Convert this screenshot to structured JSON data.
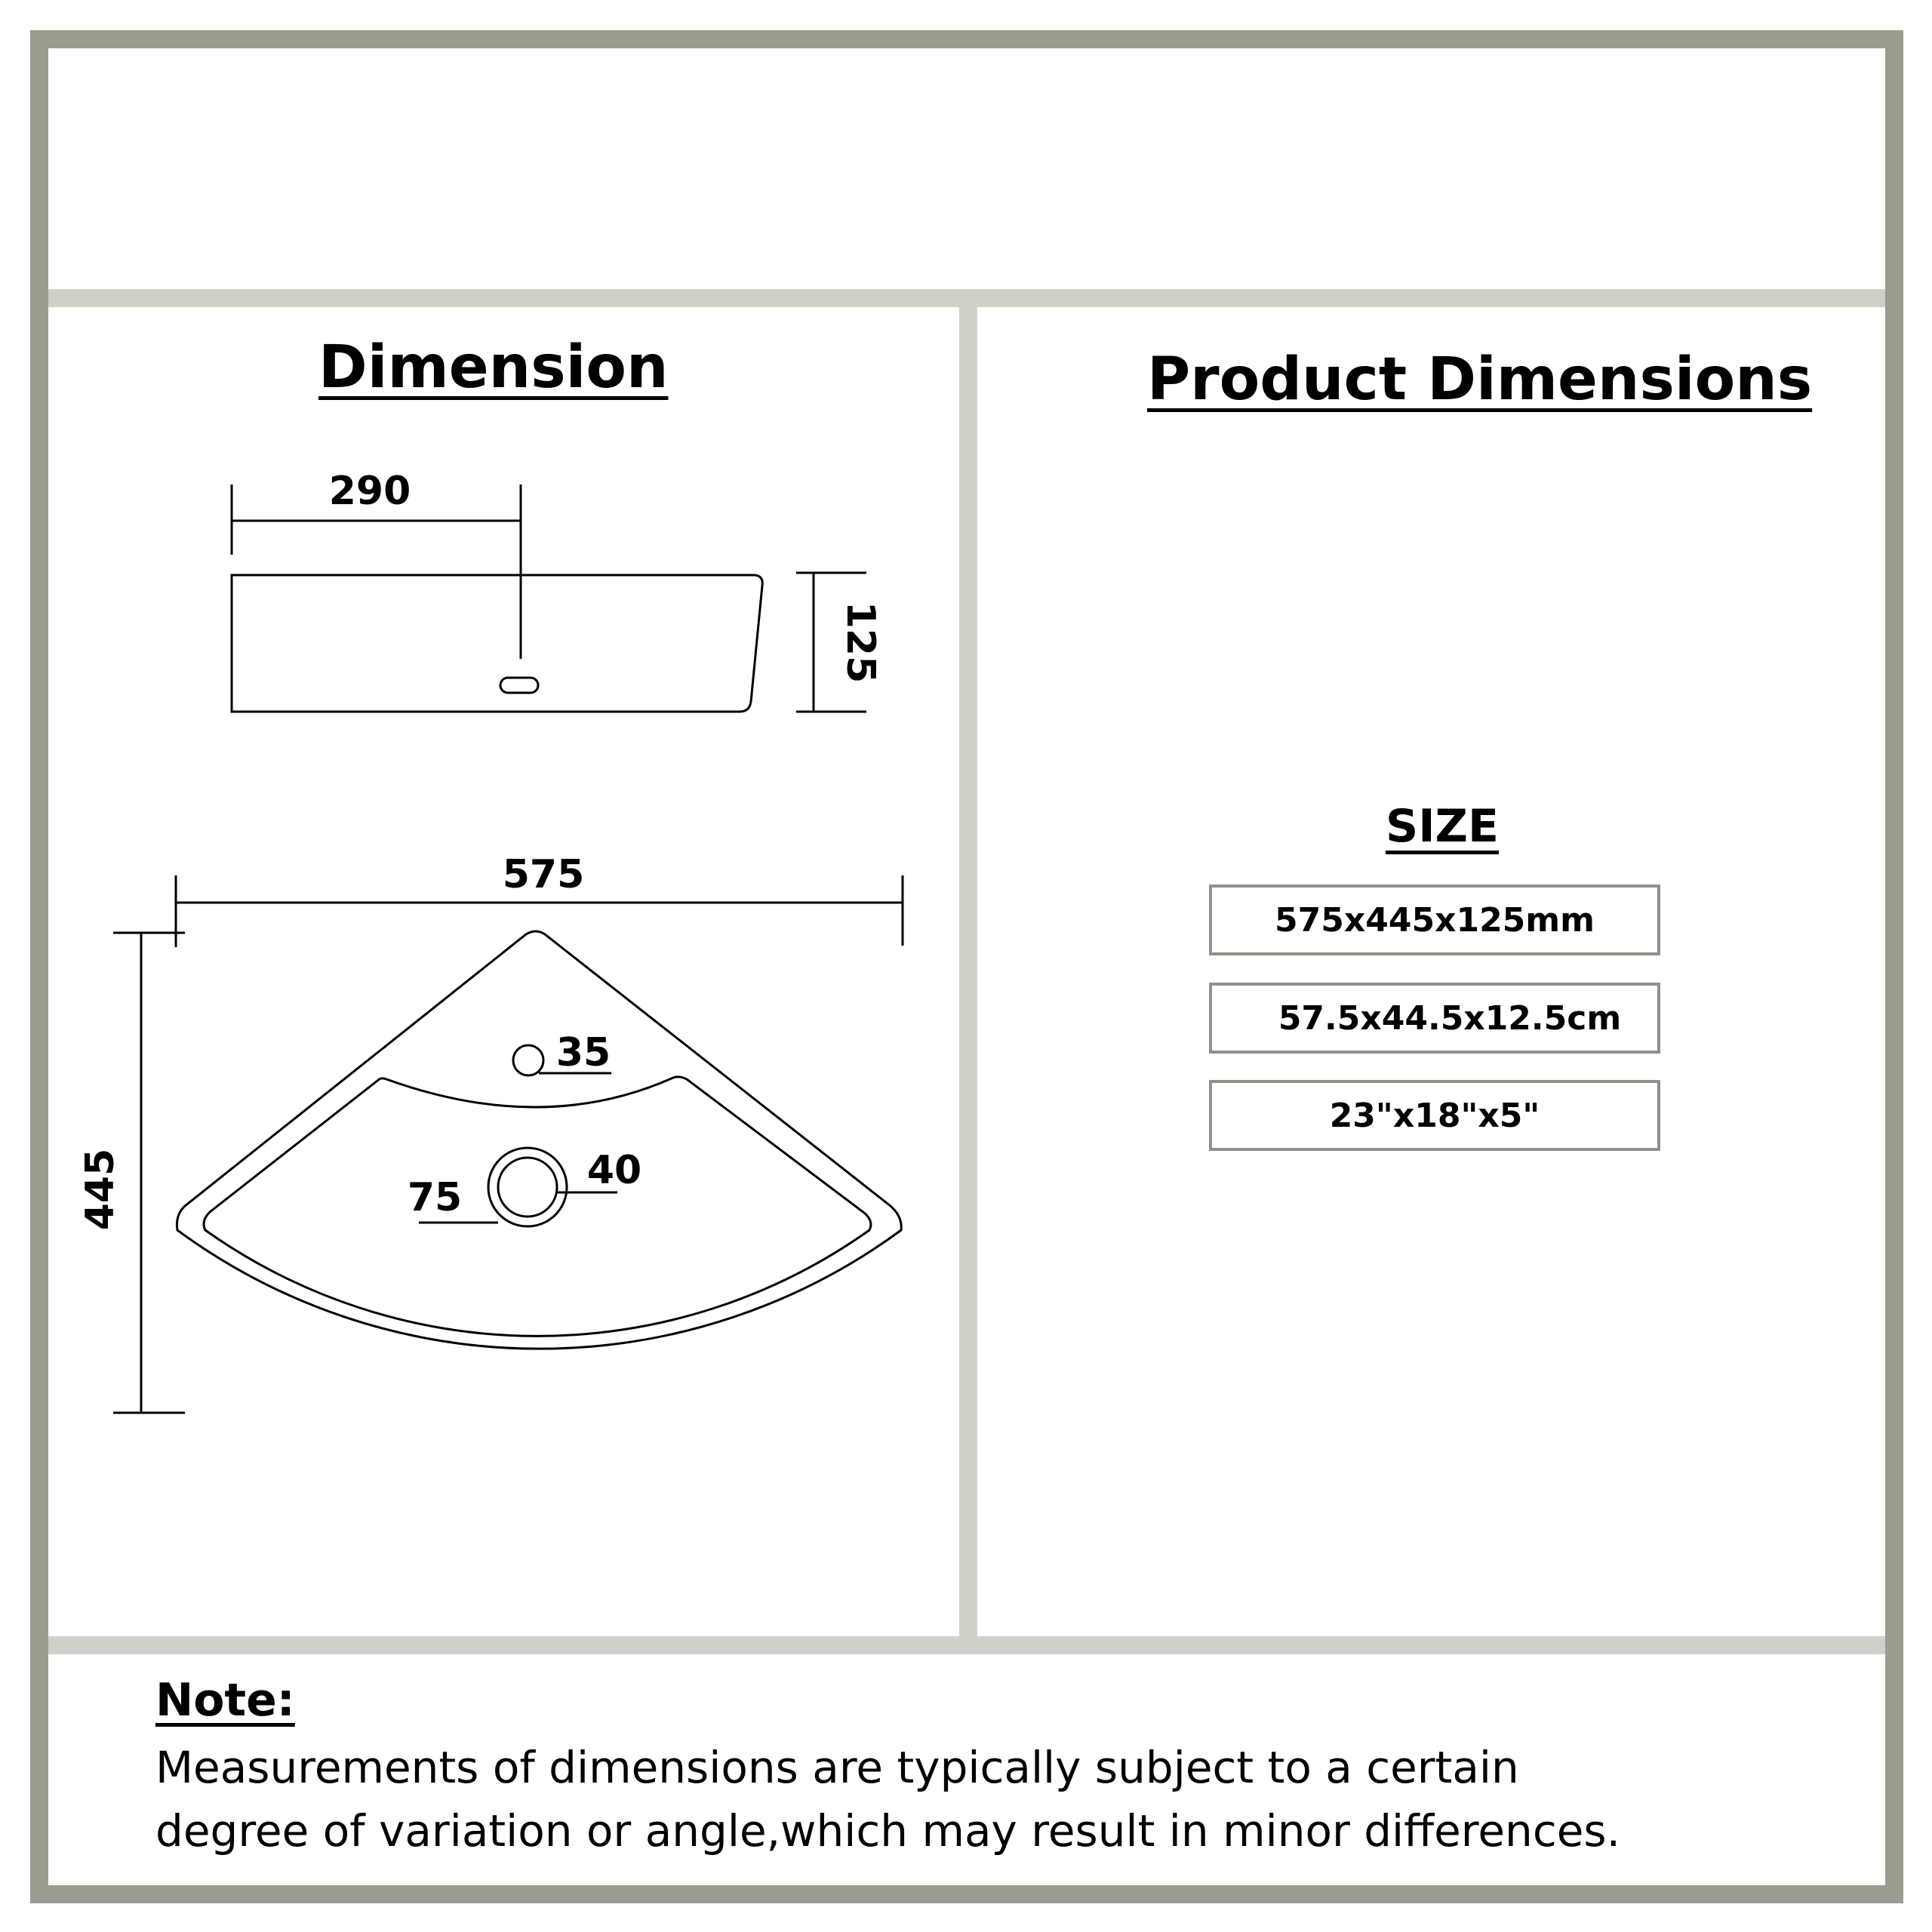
{
  "left_panel": {
    "title": "Dimension",
    "side_view": {
      "width_label": "290",
      "height_label": "125"
    },
    "top_view": {
      "width_label": "575",
      "depth_label": "445",
      "tap_hole_label": "35",
      "drain_inner_label": "40",
      "drain_outer_label": "75"
    }
  },
  "right_panel": {
    "title": "Product Dimensions",
    "size_heading": "SIZE",
    "sizes": [
      "575x445x125mm",
      "57.5x44.5x12.5cm",
      "23\"x18\"x5\""
    ]
  },
  "note": {
    "title": "Note:",
    "line1": "Measurements of dimensions are typically subject to a certain",
    "line2": "degree of variation or angle,which may result in minor differences."
  },
  "colors": {
    "frame": "#9a9c8f",
    "divider": "#cfd1c9",
    "box_border": "#8f918a"
  }
}
